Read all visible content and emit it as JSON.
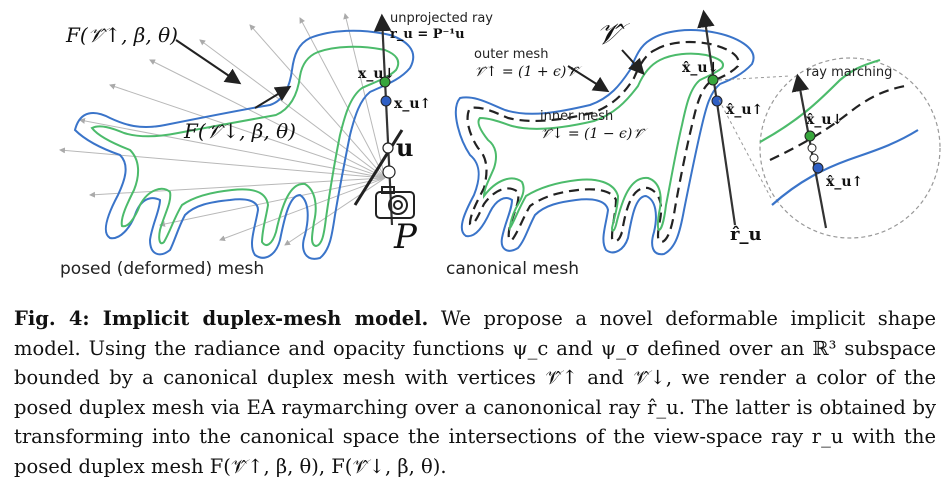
{
  "figure": {
    "left_labels": {
      "f_upper": "F(𝒱̂↑, β, θ)",
      "f_lower": "F(𝒱̂↓, β, θ)",
      "unprojected_ray": "unprojected ray",
      "ray_eq": "r_u = P⁻¹u",
      "x_up": "x_u↓",
      "x_down": "x_u↑",
      "u": "u",
      "P": "P",
      "posed_mesh": "posed (deformed) mesh"
    },
    "right_labels": {
      "V_hat": "𝒱̂",
      "outer_mesh": "outer mesh",
      "outer_eq": "𝒱̂↑ = (1 + ϵ)𝒱̂",
      "inner_mesh": "inner mesh",
      "inner_eq": "𝒱̂↓ = (1 − ϵ)𝒱̂",
      "x_hat_down": "x̂_u↓",
      "x_hat_up": "x̂_u↑",
      "r_hat": "r̂_u",
      "canonical_mesh": "canonical mesh",
      "ray_marching": "ray marching",
      "zoom_x_down": "x̂_u↓",
      "zoom_x_up": "x̂_u↑"
    },
    "colors": {
      "outer": "#3a74c9",
      "inner": "#4cbb6b",
      "ray": "#333333",
      "green_dot": "#37a63c",
      "blue_dot": "#2f5fc4"
    },
    "icons": [
      "camera-icon"
    ]
  },
  "caption": {
    "label": "Fig. 4: Implicit duplex-mesh model.",
    "text": " We propose a novel deformable implicit shape model. Using the radiance and opacity functions ψ_c and ψ_σ defined over an ℝ³ subspace bounded by a canonical duplex mesh with vertices 𝒱̂↑ and 𝒱̂↓, we render a color of the posed duplex mesh via EA raymarching over a canononical ray r̂_u. The latter is obtained by transforming into the canonical space the intersections of the view-space ray r_u with the posed duplex mesh F(𝒱̂↑, β, θ), F(𝒱̂↓, β, θ)."
  }
}
